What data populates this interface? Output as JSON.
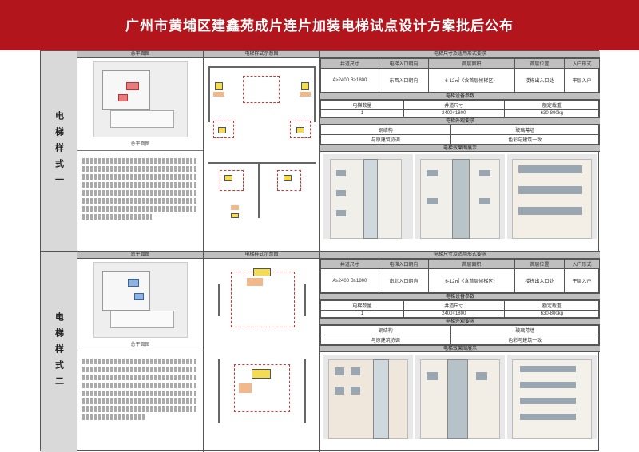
{
  "title": "广州市黄埔区建鑫苑成片连片加装电梯试点设计方案批后公布",
  "sections": [
    {
      "side_label": "电梯样式一",
      "col1_header": "总平面图",
      "col1_caption": "总平面图",
      "col2_header": "电梯样式示意图",
      "col3_header": "电梯尺寸及适用形式要求",
      "spec_headers": [
        "井道尺寸",
        "电梯入口朝向",
        "首层面积",
        "首层位置",
        "入户形式"
      ],
      "spec_values": [
        "A≥2400\nB≥1800",
        "东西入口朝向",
        "6-12㎡（含首层候梯区）",
        "楼栋出入口处",
        "平层入户"
      ],
      "band1": "电梯设备参数",
      "params_headers": [
        "电梯数量",
        "井道尺寸",
        "额定载重"
      ],
      "params_values": [
        "1",
        "2400×1800",
        "630-800kg"
      ],
      "band2": "电梯外观要求",
      "appearance": [
        "钢结构",
        "玻璃幕墙",
        "与原建筑协调",
        "色彩与建筑一致"
      ],
      "band3": "电梯效果图展示"
    },
    {
      "side_label": "电梯样式二",
      "col1_header": "总平面图",
      "col1_caption": "总平面图",
      "col2_header": "电梯样式示意图",
      "col3_header": "电梯尺寸及适用形式要求",
      "spec_headers": [
        "井道尺寸",
        "电梯入口朝向",
        "首层面积",
        "首层位置",
        "入户形式"
      ],
      "spec_values": [
        "A≥2400\nB≥1800",
        "南北入口朝向",
        "6-12㎡（含首层候梯区）",
        "楼栋出入口处",
        "平层入户"
      ],
      "band1": "电梯设备参数",
      "params_headers": [
        "电梯数量",
        "井道尺寸",
        "额定载重"
      ],
      "params_values": [
        "1",
        "2400×1800",
        "630-800kg"
      ],
      "band2": "电梯外观要求",
      "appearance": [
        "钢结构",
        "玻璃幕墙",
        "与原建筑协调",
        "色彩与建筑一致"
      ],
      "band3": "电梯效果图展示"
    }
  ],
  "colors": {
    "banner": "#b3151c",
    "header_gray": "#bfbfbf",
    "side_gray": "#d9d9d9"
  }
}
